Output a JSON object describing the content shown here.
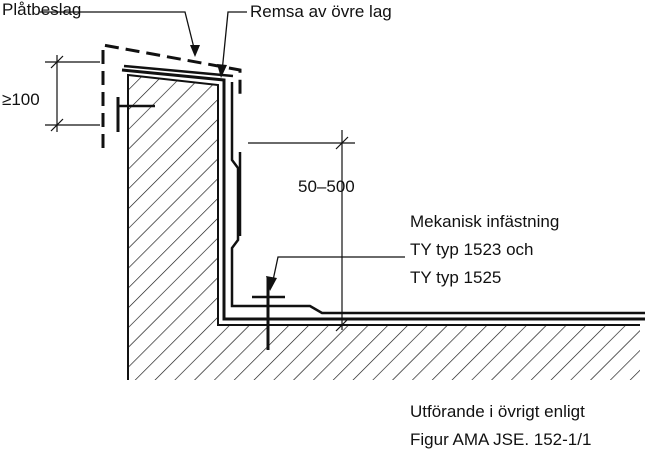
{
  "labels": {
    "platbeslag": "Plåtbeslag",
    "remsa": "Remsa av övre lag",
    "min_height": "≥100",
    "height_range": "50–500",
    "fastening": [
      "Mekanisk infästning",
      "TY typ 1523 och",
      "TY typ 1525"
    ],
    "note": [
      "Utförande i övrigt enligt",
      "Figur AMA JSE. 152-1/1"
    ]
  }
}
